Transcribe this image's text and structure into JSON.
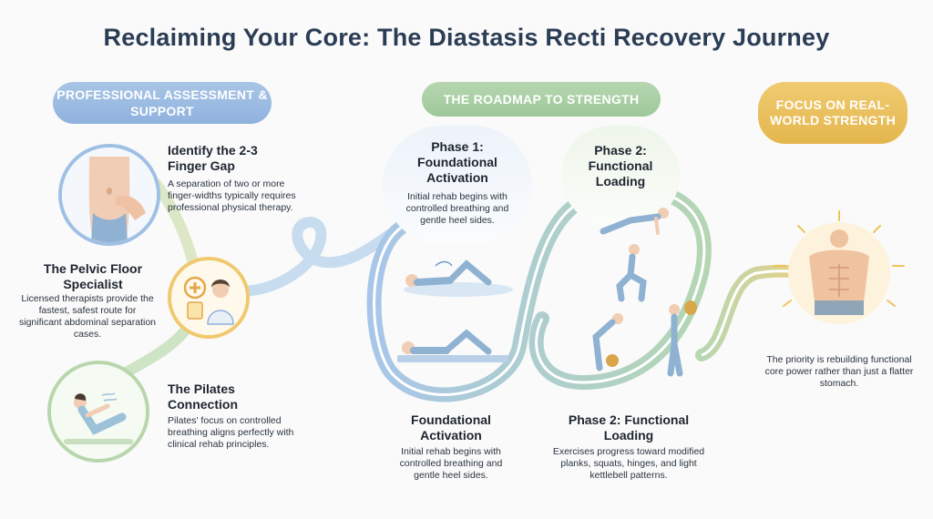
{
  "title": "Reclaiming Your Core: The Diastasis Recti Recovery Journey",
  "left": {
    "pill": "PROFESSIONAL ASSESSMENT & SUPPORT",
    "items": [
      {
        "heading": "Identify the 2-3 Finger Gap",
        "text": "A separation of two or more finger-widths typically requires professional physical therapy."
      },
      {
        "heading": "The Pelvic Floor Specialist",
        "text": "Licensed therapists provide the fastest, safest route for significant abdominal separation cases."
      },
      {
        "heading": "The Pilates Connection",
        "text": "Pilates' focus on controlled breathing aligns perfectly with clinical rehab principles."
      }
    ]
  },
  "middle": {
    "pill": "THE ROADMAP TO STRENGTH",
    "phase1": {
      "heading": "Phase 1: Foundational Activation",
      "text": "Initial rehab begins with controlled breathing and gentle heel sides."
    },
    "phase2": {
      "heading": "Phase 2: Functional Loading"
    },
    "bottom1": {
      "heading": "Foundational Activation",
      "text": "Initial rehab begins with controlled breathing and gentle heel sides."
    },
    "bottom2": {
      "heading": "Phase 2: Functional Loading",
      "text": "Exercises progress toward modified planks, squats, hinges, and light kettlebell patterns."
    }
  },
  "right": {
    "pill": "FOCUS ON REAL-WORLD STRENGTH",
    "text": "The priority is rebuilding functional core power rather than just a flatter stomach."
  },
  "colors": {
    "blue": "#8fb2de",
    "green": "#9ec89a",
    "gold": "#e4b64c",
    "ribbon": "#c9dcea"
  }
}
